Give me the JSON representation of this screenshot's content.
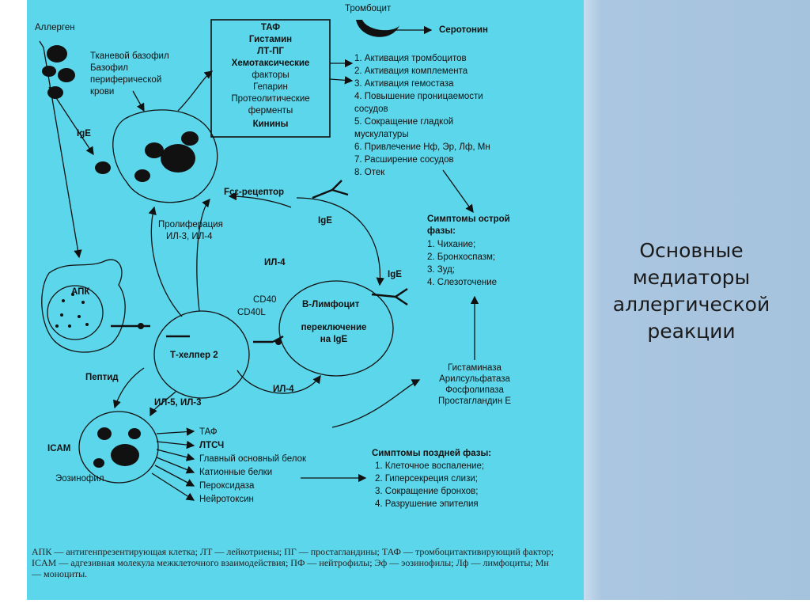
{
  "slide_title": "Основные медиаторы аллергической реакции",
  "colors": {
    "diagram_bg": "#5cd6ea",
    "side_panel": "#aac6e0",
    "ink": "#111111"
  },
  "labels": {
    "allergen": "Аллерген",
    "tissue_basophil": [
      "Тканевой базофил",
      "Базофил",
      "периферической",
      "крови"
    ],
    "ige": "IgE",
    "fce_receptor": "Fcε-рецептор",
    "proliferation": [
      "Пролиферация",
      "ИЛ-3, ИЛ-4"
    ],
    "il4": "ИЛ-4",
    "apk": "АПК",
    "peptide": "Пептид",
    "cd40": "CD40",
    "cd40l": "CD40L",
    "b_lymphocyte": "В-Лимфоцит",
    "switch": [
      "переключение",
      "на IgE"
    ],
    "t_helper": "Т-хелпер 2",
    "il4_bottom": "ИЛ-4",
    "il5_il3": "ИЛ-5, ИЛ-3",
    "icam": "ICAM",
    "eosinophil": "Эозинофил",
    "thrombocyte": "Тромбоцит",
    "serotonin": "Серотонин"
  },
  "mediators_box": [
    "ТАФ",
    "Гистамин",
    "ЛТ-ПГ",
    "Хемотаксические",
    "факторы",
    "Гепарин",
    "Протеолитические",
    "ферменты",
    "Кинины"
  ],
  "effects": [
    "1. Активация тромбоцитов",
    "2. Активация комплемента",
    "3. Активация гемостаза",
    "4. Повышение проницаемости",
    "сосудов",
    "5. Сокращение гладкой",
    "мускулатуры",
    "6. Привлечение Нф, Эр, Лф, Мн",
    "7. Расширение сосудов",
    "8. Отек"
  ],
  "acute_phase": {
    "title": [
      "Симптомы острой",
      "фазы:"
    ],
    "items": [
      "1. Чихание;",
      "2. Бронхоспазм;",
      "3. Зуд;",
      "4. Слезоточение"
    ]
  },
  "enzymes": [
    "Гистаминаза",
    "Арилсульфатаза",
    "Фосфолипаза",
    "Простагландин Е"
  ],
  "eosinophil_products": [
    "ТАФ",
    "ЛТСЧ",
    "Главный основный белок",
    "Катионные белки",
    "Пероксидаза",
    "Нейротоксин"
  ],
  "late_phase": {
    "title": "Симптомы поздней фазы:",
    "items": [
      "1. Клеточное воспаление;",
      "2. Гиперсекреция слизи;",
      "3. Сокращение бронхов;",
      "4. Разрушение эпителия"
    ]
  },
  "legend": "АПК — антигенпрезентирующая клетка; ЛТ — лейкотриены; ПГ — простагландины; ТАФ — тромбоцитактивирующий фактор; ICAM — адгезивная молекула межклеточного взаимодействия; ПФ — нейтрофилы; Эф — эозинофилы; Лф — лимфоциты; Мн — моноциты."
}
